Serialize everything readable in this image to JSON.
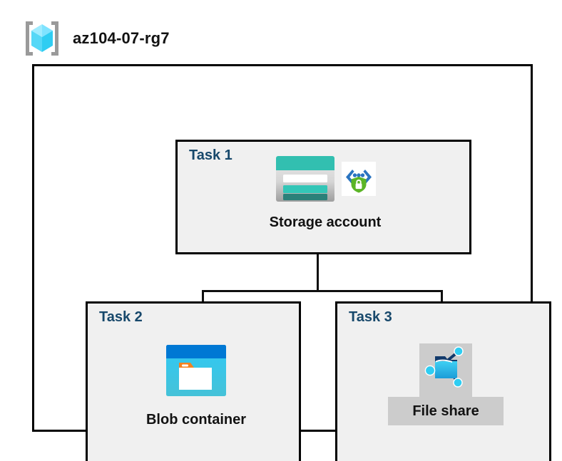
{
  "header": {
    "icon": "resource-group-icon",
    "title": "az104-07-rg7"
  },
  "container": {
    "name": "resource-group-container"
  },
  "tasks": [
    {
      "id": "task-1",
      "label": "Task 1",
      "node": {
        "caption": "Storage account",
        "icons": [
          "storage-account-icon",
          "managed-identity-security-icon"
        ],
        "highlighted": false
      }
    },
    {
      "id": "task-2",
      "label": "Task 2",
      "node": {
        "caption": "Blob container",
        "icons": [
          "blob-container-icon"
        ],
        "highlighted": false
      }
    },
    {
      "id": "task-3",
      "label": "Task 3",
      "node": {
        "caption": "File share",
        "icons": [
          "file-share-icon"
        ],
        "highlighted": true
      }
    }
  ],
  "connectors": [
    {
      "name": "storage-to-bus-trunk"
    },
    {
      "name": "distribution-bus"
    },
    {
      "name": "bus-to-blob-container-drop"
    },
    {
      "name": "bus-to-file-share-drop"
    }
  ],
  "colors": {
    "background": "#ffffff",
    "box_fill": "#f0f0f0",
    "box_border": "#000000",
    "task_label": "#17486b",
    "caption": "#121212",
    "highlight_fill": "#cccccc",
    "storage_teal": "#32bfb0",
    "storage_teal_dark": "#2b8079",
    "blob_blue": "#0078d4",
    "blob_cyan": "#32c8f0",
    "blob_orange": "#f58220",
    "shield_green": "#5bb526",
    "bracket_blue": "#2a74c0",
    "cube_cyan": "#5ce2ff",
    "bracket_gray": "#9a9a9a"
  }
}
